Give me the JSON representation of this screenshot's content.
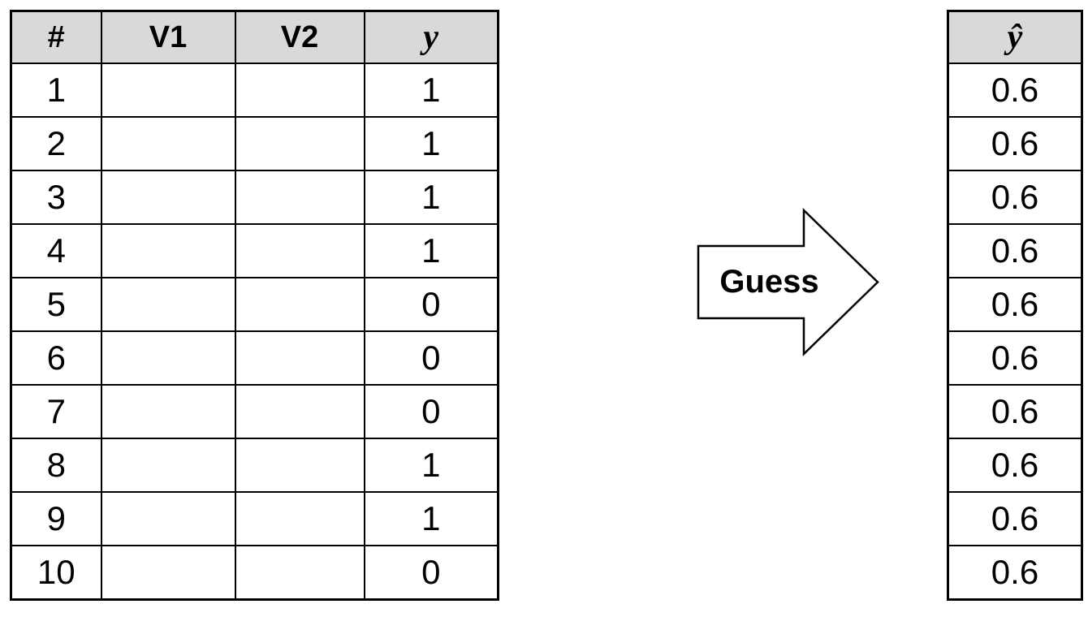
{
  "left_table": {
    "headers": [
      "#",
      "V1",
      "V2",
      "y"
    ],
    "rows": [
      {
        "num": "1",
        "v1": "",
        "v2": "",
        "y": "1"
      },
      {
        "num": "2",
        "v1": "",
        "v2": "",
        "y": "1"
      },
      {
        "num": "3",
        "v1": "",
        "v2": "",
        "y": "1"
      },
      {
        "num": "4",
        "v1": "",
        "v2": "",
        "y": "1"
      },
      {
        "num": "5",
        "v1": "",
        "v2": "",
        "y": "0"
      },
      {
        "num": "6",
        "v1": "",
        "v2": "",
        "y": "0"
      },
      {
        "num": "7",
        "v1": "",
        "v2": "",
        "y": "0"
      },
      {
        "num": "8",
        "v1": "",
        "v2": "",
        "y": "1"
      },
      {
        "num": "9",
        "v1": "",
        "v2": "",
        "y": "1"
      },
      {
        "num": "10",
        "v1": "",
        "v2": "",
        "y": "0"
      }
    ]
  },
  "arrow": {
    "label": "Guess"
  },
  "right_table": {
    "header": "ŷ",
    "values": [
      "0.6",
      "0.6",
      "0.6",
      "0.6",
      "0.6",
      "0.6",
      "0.6",
      "0.6",
      "0.6",
      "0.6"
    ]
  },
  "colors": {
    "header_bg": "#d9d9d9",
    "border": "#000000",
    "background": "#ffffff"
  }
}
